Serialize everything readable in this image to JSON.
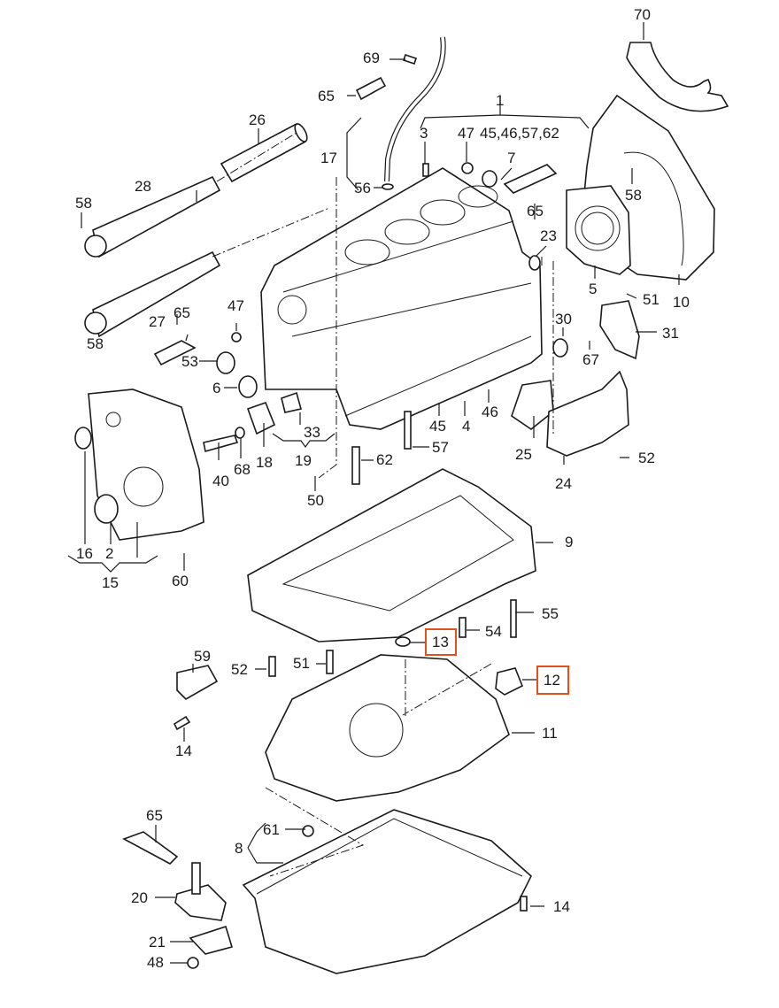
{
  "diagram": {
    "title": "Engine block, oil pan and balance shaft exploded parts diagram",
    "highlight_color": "#e0521c",
    "labels": {
      "p70": "70",
      "p69": "69",
      "p65a": "65",
      "p1": "1",
      "p1sub": "45,46,57,62",
      "p26": "26",
      "p17": "17",
      "p3": "3",
      "p47a": "47",
      "p7": "7",
      "p56": "56",
      "p65b": "65",
      "p58a": "58",
      "p58b": "58",
      "p28": "28",
      "p23": "23",
      "p58c": "58",
      "p5": "5",
      "p51a": "51",
      "p10": "10",
      "p27": "27",
      "p47b": "47",
      "p65c": "65",
      "p30": "30",
      "p31": "31",
      "p53": "53",
      "p67": "67",
      "p6": "6",
      "p46": "46",
      "p45": "45",
      "p4": "4",
      "p33": "33",
      "p57": "57",
      "p19": "19",
      "p25": "25",
      "p52a": "52",
      "p18": "18",
      "p40": "40",
      "p68": "68",
      "p62": "62",
      "p24": "24",
      "p50": "50",
      "p9": "9",
      "p16": "16",
      "p2": "2",
      "p15": "15",
      "p60": "60",
      "p55": "55",
      "p54": "54",
      "p13": "13",
      "p59": "59",
      "p52b": "52",
      "p51b": "51",
      "p12": "12",
      "p11": "11",
      "p14a": "14",
      "p65d": "65",
      "p61": "61",
      "p8": "8",
      "p20": "20",
      "p14b": "14",
      "p21": "21",
      "p48": "48"
    },
    "highlighted_parts": [
      "13",
      "12"
    ]
  }
}
